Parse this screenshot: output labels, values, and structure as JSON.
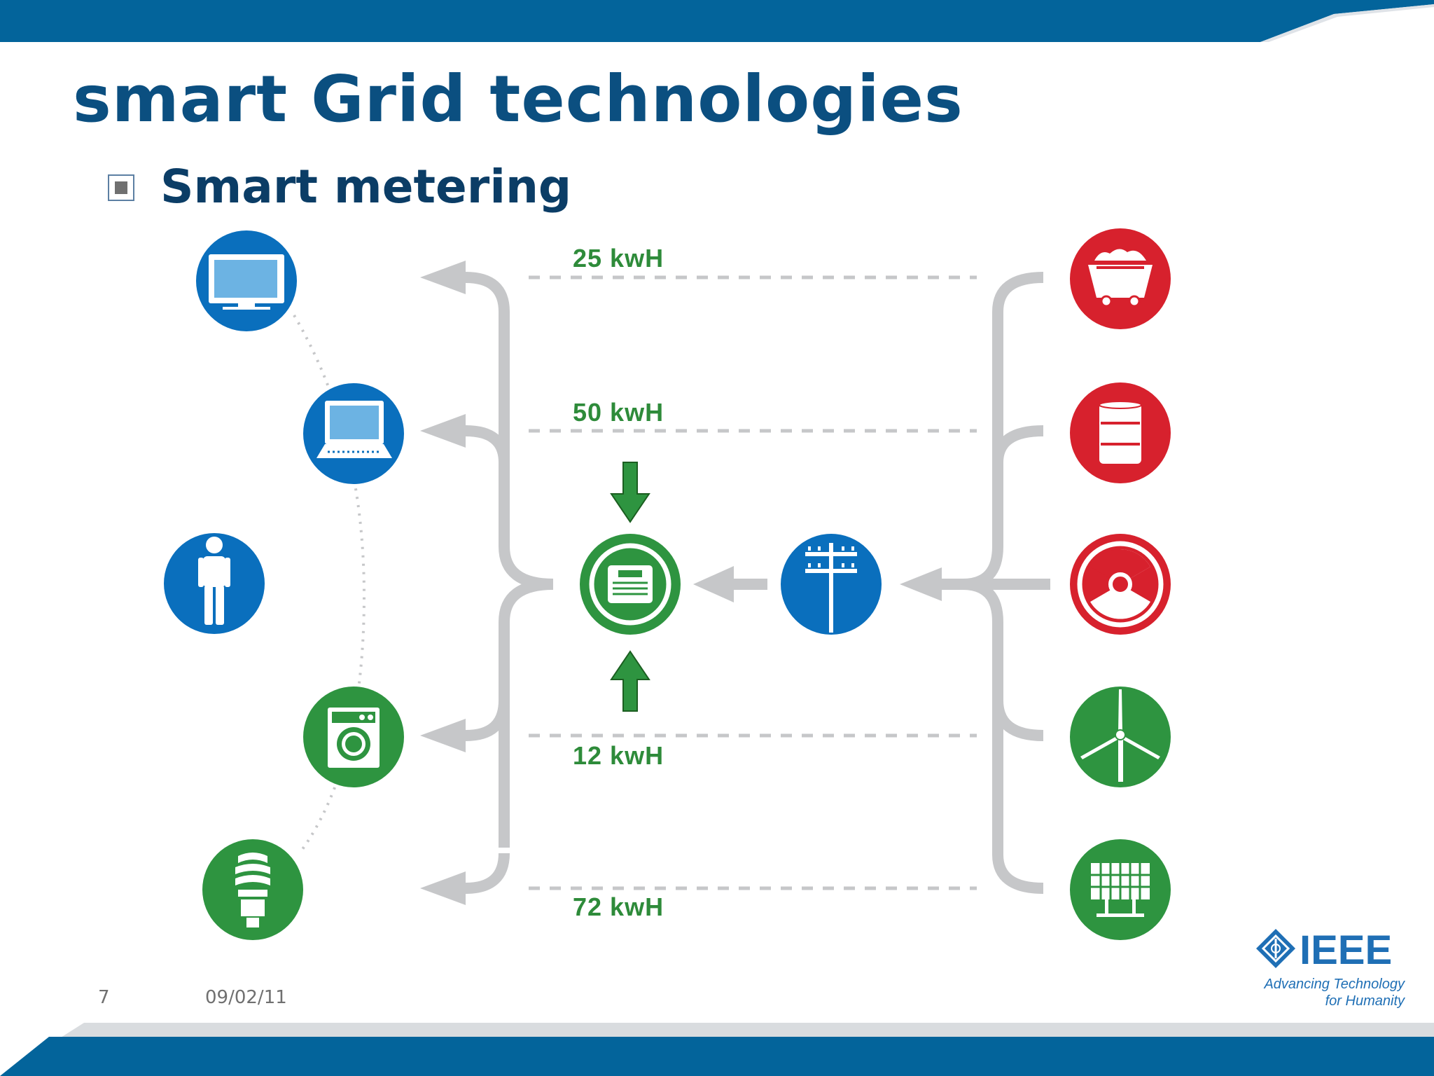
{
  "title": "smart Grid technologies",
  "bullet": "Smart metering",
  "flows": [
    {
      "value": "25 kwH"
    },
    {
      "value": "50 kwH"
    },
    {
      "value": "12 kwH"
    },
    {
      "value": "72 kwH"
    }
  ],
  "consumers": [
    "tv-icon",
    "laptop-icon",
    "person-icon",
    "washing-machine-icon",
    "light-bulb-icon"
  ],
  "center": [
    "smart-meter-icon",
    "utility-pole-icon"
  ],
  "sources": [
    "coal-cart-icon",
    "oil-barrel-icon",
    "nuclear-icon",
    "wind-turbine-icon",
    "solar-panel-icon"
  ],
  "footer": {
    "slide_number": "7",
    "date": "09/02/11"
  },
  "logo": {
    "name": "IEEE",
    "tagline_line1": "Advancing Technology",
    "tagline_line2": "for Humanity"
  },
  "colors": {
    "blue": "#0a6fbd",
    "green": "#2e9440",
    "red": "#d7212d",
    "gray": "#c6c7c9",
    "bar": "#03649b"
  }
}
